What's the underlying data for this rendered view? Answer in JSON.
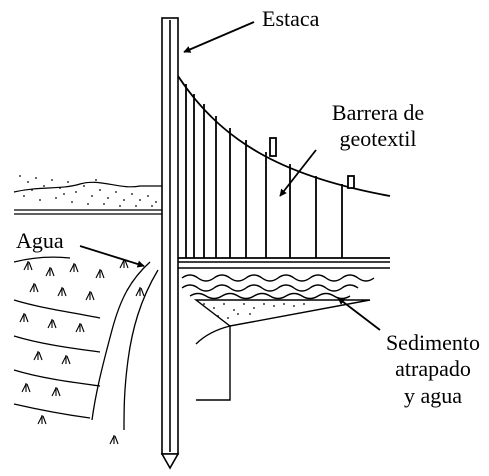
{
  "labels": {
    "stake": "Estaca",
    "barrier": [
      "Barrera de",
      "geotextil"
    ],
    "water": "Agua",
    "sediment": [
      "Sedimento",
      "atrapado",
      "y agua"
    ]
  },
  "colors": {
    "ink": "#000000",
    "background": "#ffffff"
  }
}
